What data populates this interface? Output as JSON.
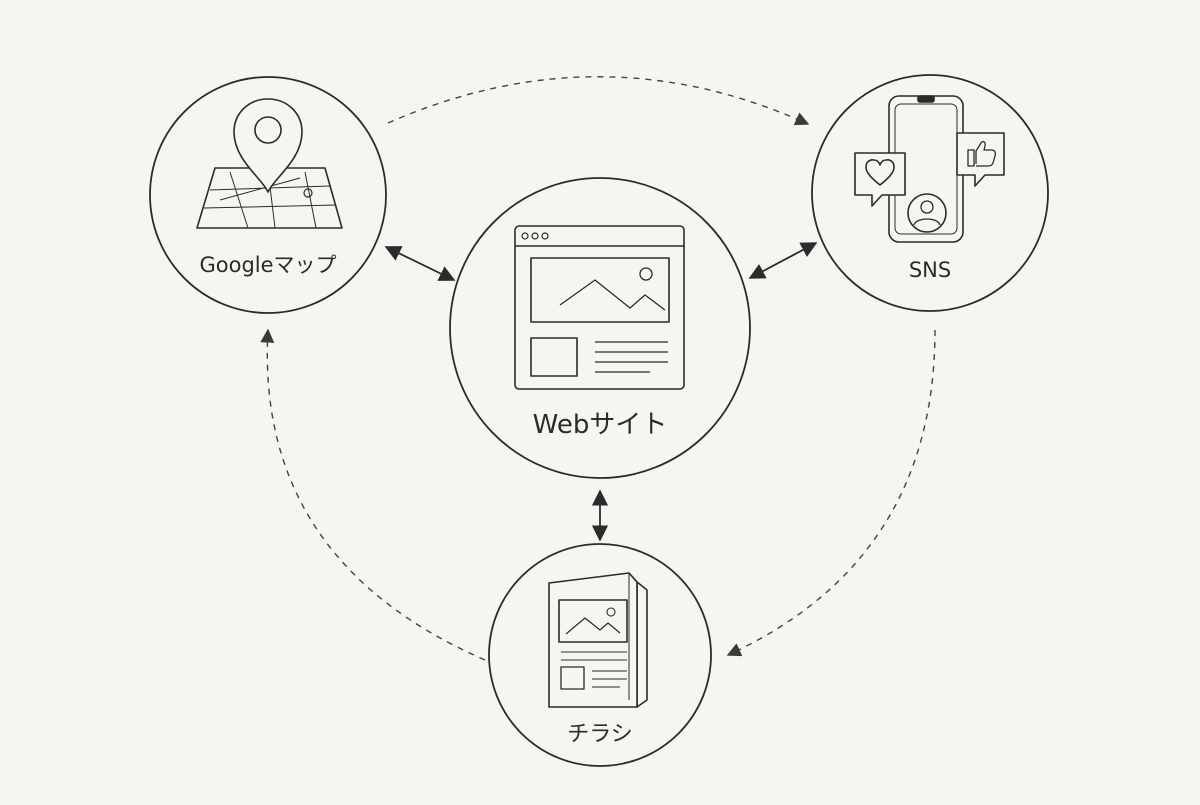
{
  "nodes": {
    "google_maps": {
      "label": "Googleマップ",
      "icon": "map-pin-icon"
    },
    "sns": {
      "label": "SNS",
      "icon": "smartphone-social-icon"
    },
    "website": {
      "label": "Webサイト",
      "icon": "browser-window-icon"
    },
    "flyer": {
      "label": "チラシ",
      "icon": "folded-flyer-icon"
    }
  },
  "links": [
    {
      "from": "google_maps",
      "to": "website",
      "style": "solid",
      "direction": "both"
    },
    {
      "from": "sns",
      "to": "website",
      "style": "solid",
      "direction": "both"
    },
    {
      "from": "flyer",
      "to": "website",
      "style": "solid",
      "direction": "both"
    },
    {
      "from": "google_maps",
      "to": "sns",
      "style": "dashed",
      "direction": "forward"
    },
    {
      "from": "sns",
      "to": "flyer",
      "style": "dashed",
      "direction": "forward"
    },
    {
      "from": "flyer",
      "to": "google_maps",
      "style": "dashed",
      "direction": "forward"
    }
  ],
  "colors": {
    "background": "#f7f5f1",
    "stroke": "#2b2b2b",
    "dashed": "#444444"
  }
}
